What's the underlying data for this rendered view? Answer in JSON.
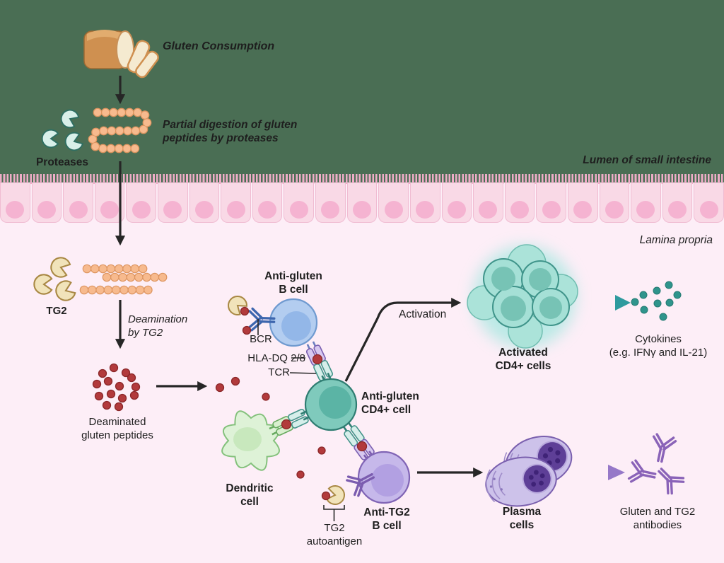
{
  "title": "Celiac disease immune pathogenesis diagram",
  "regions": {
    "lumen_label": "Lumen of small intestine",
    "lamina_label": "Lamina propria"
  },
  "steps": {
    "gluten_consumption": "Gluten Consumption",
    "partial_digestion_line1": "Partial digestion of gluten",
    "partial_digestion_line2": "peptides by proteases",
    "proteases": "Proteases",
    "tg2": "TG2",
    "deamination_line1": "Deamination",
    "deamination_line2": "by TG2",
    "deaminated_line1": "Deaminated",
    "deaminated_line2": "gluten peptides"
  },
  "cells": {
    "anti_gluten_b": {
      "line1": "Anti-gluten",
      "line2": "B cell"
    },
    "anti_gluten_cd4": {
      "line1": "Anti-gluten",
      "line2": "CD4+ cell"
    },
    "dendritic": {
      "line1": "Dendritic",
      "line2": "cell"
    },
    "anti_tg2_b": {
      "line1": "Anti-TG2",
      "line2": "B cell"
    },
    "activated_cd4": {
      "line1": "Activated",
      "line2": "CD4+ cells"
    },
    "plasma": {
      "line1": "Plasma",
      "line2": "cells"
    }
  },
  "receptors": {
    "bcr": "BCR",
    "hla": "HLA-DQ 2/8",
    "tcr": "TCR",
    "tg2_autoantigen_line1": "TG2",
    "tg2_autoantigen_line2": "autoantigen"
  },
  "outputs": {
    "activation": "Activation",
    "cytokines_line1": "Cytokines",
    "cytokines_line2": "(e.g. IFNγ and IL-21)",
    "antibodies_line1": "Gluten and TG2",
    "antibodies_line2": "antibodies"
  },
  "colors": {
    "lumen_bg": "#4a6e54",
    "lamina_bg": "#fdeef7",
    "epithelium_cell": "#f9d9e6",
    "epithelium_nucleus": "#f5b3d1",
    "peptide_orange": "#f7ba8e",
    "peptide_orange_edge": "#dd9560",
    "deaminated_red": "#b23a3c",
    "protease_teal": "#d8efe9",
    "tg2_cream": "#f1e3ba",
    "b_cell_blue": "#b3cdf0",
    "cd4_teal": "#7fcabc",
    "dendritic_green": "#def2d7",
    "anti_tg2_purple": "#c6b8ea",
    "activated_teal": "#9adcd0",
    "cytokine_teal": "#2f948c",
    "plasma_purple": "#cdc2ea",
    "antibody_purple": "#8a63b8",
    "hla_lavender": "#d7c8f0",
    "tcr_teal": "#d6eeea",
    "mhc_green": "#d9efcf",
    "arrow_black": "#262626",
    "teal_arrow": "#2e9a9e",
    "purple_arrow": "#9678c8"
  }
}
